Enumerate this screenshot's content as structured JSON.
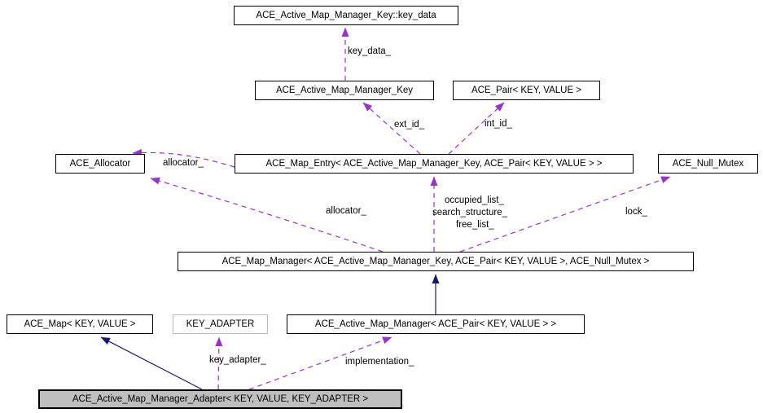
{
  "diagram": {
    "type": "doxygen-collaboration-graph",
    "colors": {
      "usage_edge": "#9932cc",
      "inheritance_edge": "#191970",
      "node_border": "#000000",
      "node_fill": "#ffffff",
      "current_node_fill": "#bfbfbf",
      "undocumented_node_border": "#b9b9b9",
      "background": "#ffffff"
    },
    "nodes": [
      {
        "id": "key_data",
        "label": "ACE_Active_Map_Manager_Key::key_data"
      },
      {
        "id": "amm_key",
        "label": "ACE_Active_Map_Manager_Key"
      },
      {
        "id": "pair",
        "label": "ACE_Pair< KEY, VALUE >"
      },
      {
        "id": "allocator",
        "label": "ACE_Allocator"
      },
      {
        "id": "map_entry",
        "label": "ACE_Map_Entry< ACE_Active_Map_Manager_Key, ACE_Pair< KEY, VALUE > >"
      },
      {
        "id": "null_mutex",
        "label": "ACE_Null_Mutex"
      },
      {
        "id": "map_manager",
        "label": "ACE_Map_Manager< ACE_Active_Map_Manager_Key, ACE_Pair< KEY, VALUE >, ACE_Null_Mutex >"
      },
      {
        "id": "ace_map",
        "label": "ACE_Map< KEY, VALUE >"
      },
      {
        "id": "key_adapter",
        "label": "KEY_ADAPTER"
      },
      {
        "id": "active_map_manager",
        "label": "ACE_Active_Map_Manager< ACE_Pair< KEY, VALUE > >"
      },
      {
        "id": "adapter",
        "label": "ACE_Active_Map_Manager_Adapter< KEY, VALUE, KEY_ADAPTER >"
      }
    ],
    "edge_labels": [
      {
        "text": "key_data_"
      },
      {
        "text": "ext_id_"
      },
      {
        "text": "int_id_"
      },
      {
        "text": "allocator_"
      },
      {
        "text": "allocator_"
      },
      {
        "text": "occupied_list_"
      },
      {
        "text": "search_structure_"
      },
      {
        "text": "free_list_"
      },
      {
        "text": "lock_"
      },
      {
        "text": "key_adapter_"
      },
      {
        "text": "implementation_"
      }
    ],
    "edges": [
      {
        "from": "amm_key",
        "to": "key_data",
        "label": "key_data_",
        "kind": "usage"
      },
      {
        "from": "map_entry",
        "to": "amm_key",
        "label": "ext_id_",
        "kind": "usage"
      },
      {
        "from": "map_entry",
        "to": "pair",
        "label": "int_id_",
        "kind": "usage"
      },
      {
        "from": "map_entry",
        "to": "allocator",
        "label": "allocator_",
        "kind": "usage"
      },
      {
        "from": "map_manager",
        "to": "allocator",
        "label": "allocator_",
        "kind": "usage"
      },
      {
        "from": "map_manager",
        "to": "map_entry",
        "label": "occupied_list_ search_structure_ free_list_",
        "kind": "usage"
      },
      {
        "from": "map_manager",
        "to": "null_mutex",
        "label": "lock_",
        "kind": "usage"
      },
      {
        "from": "active_map_manager",
        "to": "map_manager",
        "label": "",
        "kind": "inheritance"
      },
      {
        "from": "adapter",
        "to": "ace_map",
        "label": "",
        "kind": "inheritance"
      },
      {
        "from": "adapter",
        "to": "key_adapter",
        "label": "key_adapter_",
        "kind": "usage"
      },
      {
        "from": "adapter",
        "to": "active_map_manager",
        "label": "implementation_",
        "kind": "usage"
      }
    ]
  }
}
